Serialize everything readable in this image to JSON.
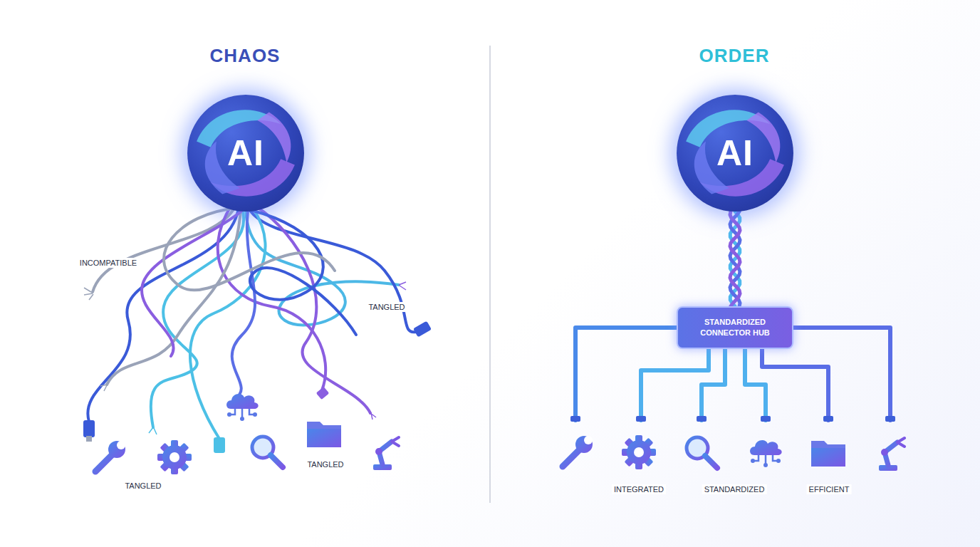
{
  "diagram": {
    "nodes": [
      {
        "text": [
          "AI"
        ]
      },
      {
        "text": [
          "AI"
        ]
      },
      {
        "text": [
          "STANDARDIZED CONNECTOR HUB"
        ]
      }
    ],
    "edges": [
      {
        "from": 1,
        "to": 2,
        "arrow": "none"
      }
    ],
    "labels": [
      "CHAOS",
      "INCOMPATIBLE",
      "TANGLED",
      "TANGLED",
      "TANGLED",
      "ORDER",
      "INTEGRATED",
      "STANDARDIZED",
      "EFFICIENT"
    ]
  }
}
